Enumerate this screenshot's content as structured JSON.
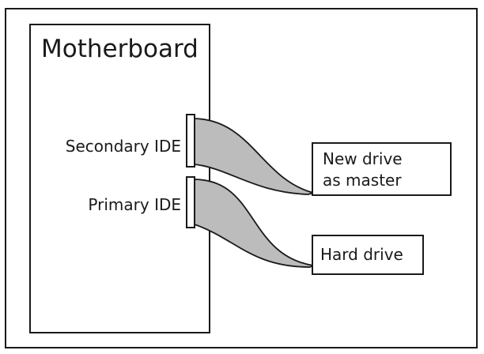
{
  "motherboard": {
    "title": "Motherboard",
    "ports": [
      {
        "label": "Secondary IDE"
      },
      {
        "label": "Primary IDE"
      }
    ]
  },
  "drives": [
    {
      "line1": "New drive",
      "line2": "as master"
    },
    {
      "line1": "Hard drive"
    }
  ],
  "colors": {
    "stroke": "#1a1a1a",
    "cable_fill": "#bcbcbc",
    "background": "#ffffff"
  }
}
